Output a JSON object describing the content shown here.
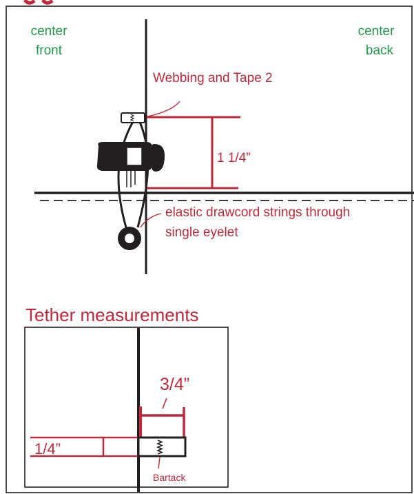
{
  "colors": {
    "green": "#1f9a4b",
    "red": "#c0283a",
    "ink": "#231f20",
    "frame": "#231f20"
  },
  "top_panel": {
    "center_front_line1": "center",
    "center_front_line2": "front",
    "center_back_line1": "center",
    "center_back_line2": "back",
    "webbing_label": "Webbing and Tape 2",
    "measurement_label": "1 1/4”",
    "drawcord_label_line1": "elastic drawcord strings through",
    "drawcord_label_line2": "single eyelet"
  },
  "tether": {
    "title": "Tether measurements",
    "width_label": "3/4”",
    "length_label": "1/4”",
    "bartack_label": "Bartack"
  },
  "icons": {
    "cord_lock": "cord-lock-icon",
    "eyelet": "eyelet-icon",
    "bartack_stitch": "zigzag-stitch-icon"
  }
}
